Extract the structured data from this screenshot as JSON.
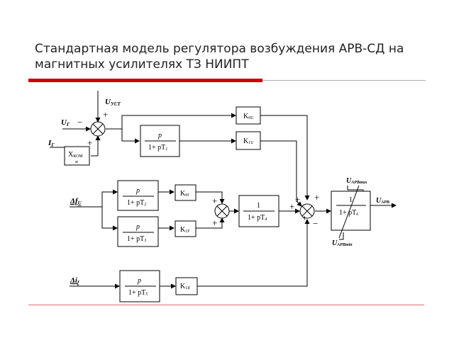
{
  "title_line1": "Стандартная модель регулятора возбуждения АРВ-СД на",
  "title_line2": "магнитных усилителях ТЗ НИИПТ",
  "accent_color": "#c80000",
  "inputs": {
    "u_ust": "U",
    "u_ust_sub": "УСТ",
    "u_g": "U",
    "u_g_sub": "Г",
    "i_g": "I",
    "i_g_sub": "Г",
    "d_fu": "Δf",
    "d_fu_sub": "U",
    "d_if": "Δi",
    "d_if_sub": "f"
  },
  "signs": {
    "s1_plus_top": "+",
    "s1_minus_left": "−",
    "s1_plus_bottom": "+",
    "s2_plus_top": "+",
    "s2_plus_bottom": "+",
    "s3_plus_top": "+",
    "s3_plus_left": "+",
    "s3_plus_topright": "+",
    "s3_plus_left2": "+",
    "s3_minus_bottom": "−"
  },
  "blocks": {
    "xkom": "X",
    "xkom_sub": "КОМ",
    "xkom_sub2": "м",
    "k0u": "K",
    "k0u_sub": "0U",
    "k1u": "K",
    "k1u_sub": "1U",
    "diff_num": "p",
    "diff_den": "1+ pT",
    "diff_den_sub": "1",
    "f1_num": "p",
    "f1_den": "1+ pT",
    "f1_den_sub": "2",
    "k0f": "K",
    "k0f_sub": "0f",
    "f2_num": "p",
    "f2_den": "1+ pT",
    "f2_den_sub": "3",
    "k1f": "K",
    "k1f_sub": "1F",
    "lag_num": "1",
    "lag_den": "1+ pT",
    "lag_den_sub": "4",
    "if_num": "p",
    "if_den": "1+ pT",
    "if_den_sub": "5",
    "k1if": "K",
    "k1if_sub": "1if",
    "out_num": "1",
    "out_den": "1+ pT",
    "out_den_sub": "6"
  },
  "output": {
    "label": "U",
    "label_sub": "АРВ",
    "max": "U",
    "max_sub": "АРВmax",
    "min": "U",
    "min_sub": "АРВmin"
  }
}
